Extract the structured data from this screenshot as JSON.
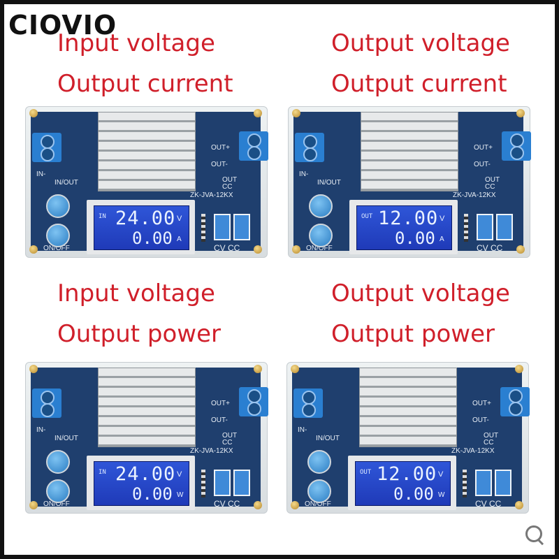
{
  "brand": "CIOVIO",
  "panels": [
    {
      "caption_line1": "Input voltage",
      "caption_line2": "Output current",
      "lcd_tag": "IN",
      "lcd_value_top": "24.00",
      "lcd_unit_top": "V",
      "lcd_value_bottom": "0.00",
      "lcd_unit_bottom": "A"
    },
    {
      "caption_line1": "Output voltage",
      "caption_line2": "Output current",
      "lcd_tag": "OUT",
      "lcd_value_top": "12.00",
      "lcd_unit_top": "V",
      "lcd_value_bottom": "0.00",
      "lcd_unit_bottom": "A"
    },
    {
      "caption_line1": "Input voltage",
      "caption_line2": "Output power",
      "lcd_tag": "IN",
      "lcd_value_top": "24.00",
      "lcd_unit_top": "V",
      "lcd_value_bottom": "0.00",
      "lcd_unit_bottom": "W"
    },
    {
      "caption_line1": "Output voltage",
      "caption_line2": "Output power",
      "lcd_tag": "OUT",
      "lcd_value_top": "12.00",
      "lcd_unit_top": "V",
      "lcd_value_bottom": "0.00",
      "lcd_unit_bottom": "W"
    }
  ],
  "board_labels": {
    "in_minus": "IN-",
    "in_out": "IN/OUT",
    "on_off": "ON/OFF",
    "out_plus": "OUT+",
    "out_minus": "OUT-",
    "model": "ZK-JVA-12KX",
    "cv_cc": "CV CC",
    "out_led": "OUT",
    "cc_led": "CC"
  },
  "icons": {
    "search": "search-icon"
  }
}
